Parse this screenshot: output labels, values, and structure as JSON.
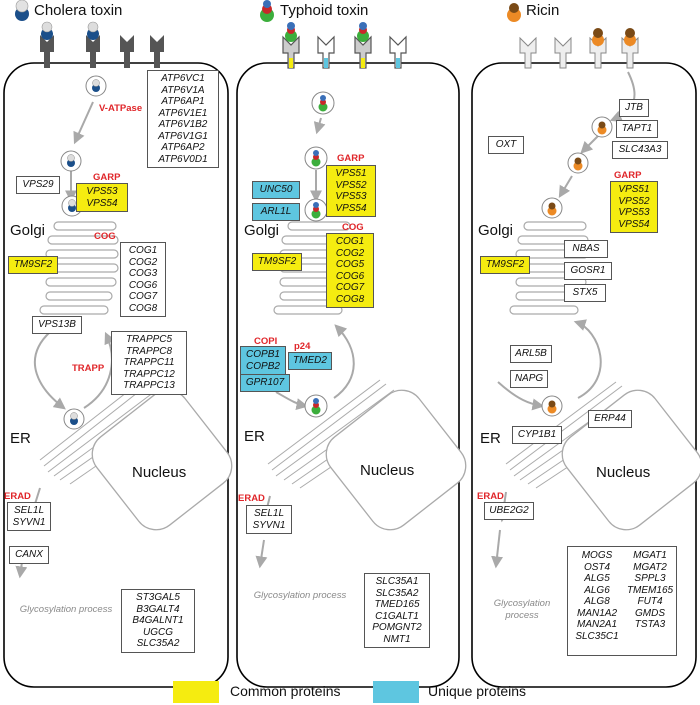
{
  "colors": {
    "common": "#f5ec10",
    "unique": "#5ec6e0",
    "red_label": "#e0262a"
  },
  "panels": [
    {
      "title": "Cholera toxin",
      "toxin_icon": "cholera-toxin-icon",
      "labels": {
        "golgi": "Golgi",
        "er": "ER",
        "nucleus": "Nucleus",
        "glycosylation": "Glycosylation process"
      },
      "red_labels": [
        "V-ATPase",
        "GARP",
        "COG",
        "TRAPP",
        "ERAD"
      ],
      "boxes": [
        {
          "id": "vatpase",
          "type": "plain",
          "lines": [
            "ATP6VC1",
            "ATP6V1A",
            "ATP6AP1",
            "ATP6V1E1",
            "ATP6V1B2",
            "ATP6V1G1",
            "ATP6AP2",
            "ATP6V0D1"
          ]
        },
        {
          "id": "vps29",
          "type": "plain",
          "lines": [
            "VPS29"
          ]
        },
        {
          "id": "garp",
          "type": "common",
          "lines": [
            "VPS53",
            "VPS54"
          ]
        },
        {
          "id": "cog",
          "type": "plain",
          "lines": [
            "COG1",
            "COG2",
            "COG3",
            "COG6",
            "COG7",
            "COG8"
          ]
        },
        {
          "id": "tm9sf2",
          "type": "common",
          "lines": [
            "TM9SF2"
          ]
        },
        {
          "id": "vps13b",
          "type": "plain",
          "lines": [
            "VPS13B"
          ]
        },
        {
          "id": "trapp",
          "type": "plain",
          "lines": [
            "TRAPPC5",
            "TRAPPC8",
            "TRAPPC11",
            "TRAPPC12",
            "TRAPPC13"
          ]
        },
        {
          "id": "erad",
          "type": "plain",
          "lines": [
            "SEL1L",
            "SYVN1"
          ]
        },
        {
          "id": "canx",
          "type": "plain",
          "lines": [
            "CANX"
          ]
        },
        {
          "id": "glyco",
          "type": "plain",
          "lines": [
            "ST3GAL5",
            "B3GALT4",
            "B4GALNT1",
            "UGCG",
            "SLC35A2"
          ]
        }
      ]
    },
    {
      "title": "Typhoid toxin",
      "toxin_icon": "typhoid-toxin-icon",
      "labels": {
        "golgi": "Golgi",
        "er": "ER",
        "nucleus": "Nucleus",
        "glycosylation": "Glycosylation process"
      },
      "red_labels": [
        "GARP",
        "COG",
        "COPI",
        "p24",
        "ERAD"
      ],
      "boxes": [
        {
          "id": "garp",
          "type": "common",
          "lines": [
            "VPS51",
            "VPS52",
            "VPS53",
            "VPS54"
          ]
        },
        {
          "id": "unc50",
          "type": "unique",
          "lines": [
            "UNC50"
          ]
        },
        {
          "id": "arl1l",
          "type": "unique",
          "lines": [
            "ARL1L"
          ]
        },
        {
          "id": "tm9sf2",
          "type": "common",
          "lines": [
            "TM9SF2"
          ]
        },
        {
          "id": "cog",
          "type": "common",
          "lines": [
            "COG1",
            "COG2",
            "COG5",
            "COG6",
            "COG7",
            "COG8"
          ]
        },
        {
          "id": "copi",
          "type": "unique",
          "lines": [
            "COPB1",
            "COPB2"
          ]
        },
        {
          "id": "tmed2",
          "type": "unique",
          "lines": [
            "TMED2"
          ]
        },
        {
          "id": "gpr107",
          "type": "unique",
          "lines": [
            "GPR107"
          ]
        },
        {
          "id": "erad",
          "type": "plain",
          "lines": [
            "SEL1L",
            "SYVN1"
          ]
        },
        {
          "id": "glyco",
          "type": "plain",
          "lines": [
            "SLC35A1",
            "SLC35A2",
            "TMED165",
            "C1GALT1",
            "POMGNT2",
            "NMT1"
          ]
        }
      ]
    },
    {
      "title": "Ricin",
      "toxin_icon": "ricin-toxin-icon",
      "labels": {
        "golgi": "Golgi",
        "er": "ER",
        "nucleus": "Nucleus",
        "glycosylation": "Glycosylation process"
      },
      "red_labels": [
        "GARP",
        "ERAD"
      ],
      "boxes": [
        {
          "id": "jtb",
          "type": "plain",
          "lines": [
            "JTB"
          ]
        },
        {
          "id": "tapt1",
          "type": "plain",
          "lines": [
            "TAPT1"
          ]
        },
        {
          "id": "slc43a3",
          "type": "plain",
          "lines": [
            "SLC43A3"
          ]
        },
        {
          "id": "oxt",
          "type": "plain",
          "lines": [
            "OXT"
          ]
        },
        {
          "id": "garp",
          "type": "common",
          "lines": [
            "VPS51",
            "VPS52",
            "VPS53",
            "VPS54"
          ]
        },
        {
          "id": "nbas",
          "type": "plain",
          "lines": [
            "NBAS"
          ]
        },
        {
          "id": "tm9sf2",
          "type": "common",
          "lines": [
            "TM9SF2"
          ]
        },
        {
          "id": "gosr1",
          "type": "plain",
          "lines": [
            "GOSR1"
          ]
        },
        {
          "id": "stx5",
          "type": "plain",
          "lines": [
            "STX5"
          ]
        },
        {
          "id": "arl5b",
          "type": "plain",
          "lines": [
            "ARL5B"
          ]
        },
        {
          "id": "napg",
          "type": "plain",
          "lines": [
            "NAPG"
          ]
        },
        {
          "id": "erp44",
          "type": "plain",
          "lines": [
            "ERP44"
          ]
        },
        {
          "id": "cyp1b1",
          "type": "plain",
          "lines": [
            "CYP1B1"
          ]
        },
        {
          "id": "erad",
          "type": "plain",
          "lines": [
            "UBE2G2"
          ]
        },
        {
          "id": "glyco_a",
          "type": "plain",
          "lines": [
            "MOGS",
            "OST4",
            "ALG5",
            "ALG6",
            "ALG8",
            "MAN1A2",
            "MAN2A1",
            "SLC35C1"
          ]
        },
        {
          "id": "glyco_b",
          "type": "plain",
          "lines": [
            "MGAT1",
            "MGAT2",
            "SPPL3",
            "TMEM165",
            "FUT4",
            "GMDS",
            "TSTA3"
          ]
        }
      ]
    }
  ],
  "legend": [
    {
      "label": "Common proteins",
      "type": "common"
    },
    {
      "label": "Unique proteins",
      "type": "unique"
    }
  ]
}
